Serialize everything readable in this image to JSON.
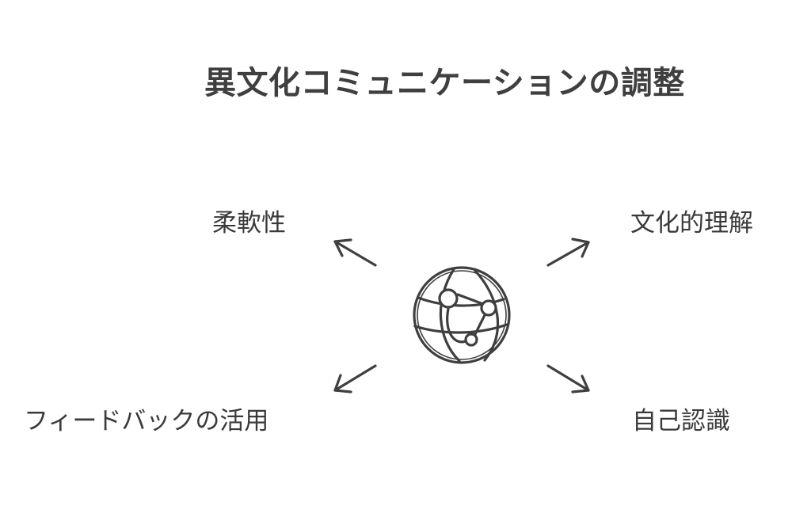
{
  "title": "異文化コミュニケーションの調整",
  "center": {
    "icon": "globe-network-icon"
  },
  "nodes": {
    "top_left": {
      "label": "柔軟性"
    },
    "top_right": {
      "label": "文化的理解"
    },
    "bottom_left": {
      "label": "フィードバックの活用"
    },
    "bottom_right": {
      "label": "自己認識"
    }
  },
  "colors": {
    "text": "#3a3a3a",
    "stroke": "#3f3f3f",
    "background": "#ffffff"
  }
}
